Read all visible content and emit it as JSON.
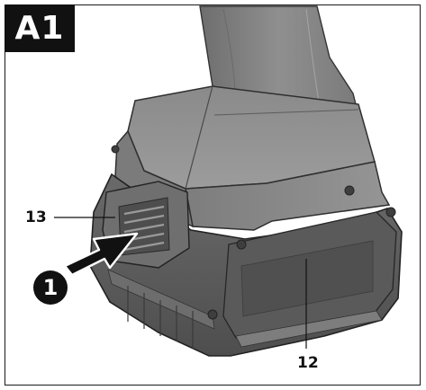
{
  "figure": {
    "badge": "A1",
    "callouts": {
      "latch": "13",
      "battery": "12"
    },
    "step": "1"
  },
  "icons": {
    "step_marker": "circled-number-icon",
    "push_arrow": "push-arrow-icon"
  },
  "colors": {
    "ink": "#111111",
    "housing": "#8c8c8c",
    "battery": "#5e5e5e"
  }
}
